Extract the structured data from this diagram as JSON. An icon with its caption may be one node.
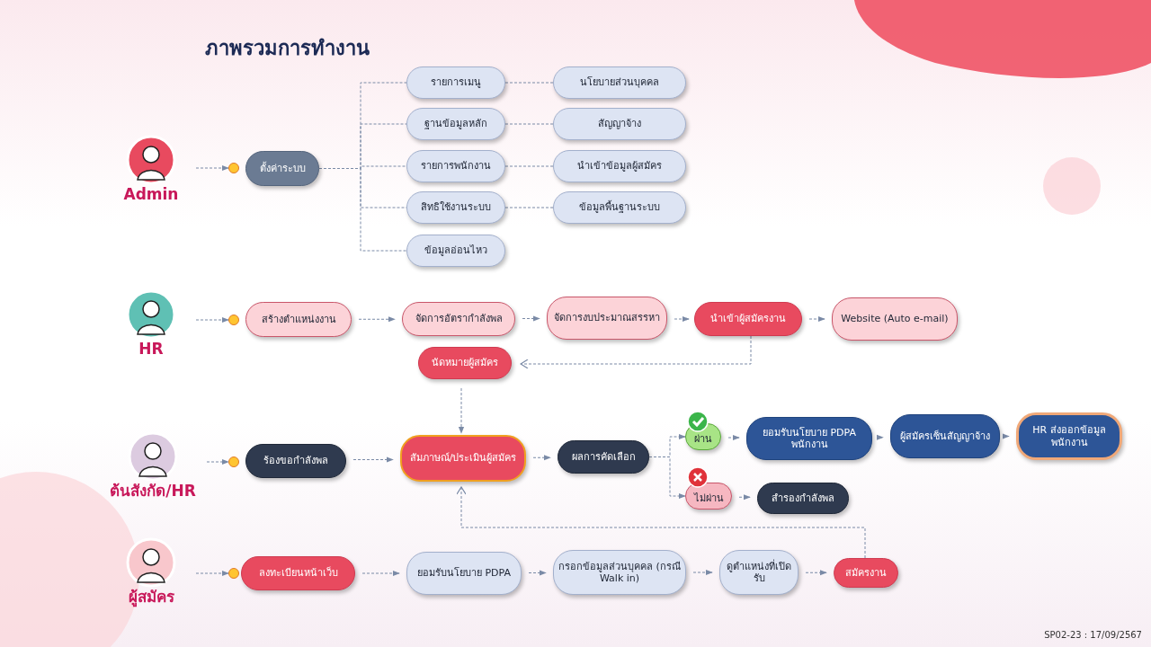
{
  "diagram": {
    "title": "ภาพรวมการทำงาน",
    "nodes": [
      {
        "text": [
          "Admin"
        ]
      },
      {
        "text": [],
        "shape": "circle"
      },
      {
        "text": [
          "ตั้งค่าระบบ"
        ]
      },
      {
        "text": [
          "รายการเมนู"
        ]
      },
      {
        "text": [
          "นโยบายส่วนบุคคล"
        ]
      },
      {
        "text": [
          "ฐานข้อมูลหลัก"
        ]
      },
      {
        "text": [
          "สัญญาจ้าง"
        ]
      },
      {
        "text": [
          "รายการพนักงาน"
        ]
      },
      {
        "text": [
          "นำเข้าข้อมูลผู้สมัคร"
        ]
      },
      {
        "text": [
          "สิทธิใช้งานระบบ"
        ]
      },
      {
        "text": [
          "ข้อมูลพื้นฐานระบบ"
        ]
      },
      {
        "text": [
          "ข้อมูลอ่อนไหว"
        ]
      },
      {
        "text": [
          "HR"
        ]
      },
      {
        "text": [],
        "shape": "circle"
      },
      {
        "text": [
          "สร้างตำแหน่งงาน"
        ]
      },
      {
        "text": [
          "จัดการอัตรากำลังพล"
        ]
      },
      {
        "text": [
          "จัดการงบประมาณสรรหา"
        ]
      },
      {
        "text": [
          "นำเข้าผู้สมัครงาน"
        ]
      },
      {
        "text": [
          "Website (Auto e-mail)"
        ]
      },
      {
        "text": [
          "นัดหมายผู้สมัคร"
        ]
      },
      {
        "text": [
          "ต้นสังกัด/HR"
        ]
      },
      {
        "text": [],
        "shape": "circle"
      },
      {
        "text": [
          "ร้องขอกำลังพล"
        ]
      },
      {
        "text": [
          "สัมภาษณ์/ประเมินผู้สมัคร"
        ]
      },
      {
        "text": [
          "ผลการคัดเลือก"
        ]
      },
      {
        "text": [
          "ผ่าน"
        ]
      },
      {
        "text": [
          "ไม่ผ่าน"
        ]
      },
      {
        "text": [
          "ยอมรับนโยบาย PDPA พนักงาน"
        ]
      },
      {
        "text": [
          "ผู้สมัครเซ็นสัญญาจ้าง"
        ]
      },
      {
        "text": [
          "HR ส่งออกข้อมูลพนักงาน"
        ]
      },
      {
        "text": [
          "สำรองกำลังพล"
        ]
      },
      {
        "text": [
          "ผู้สมัคร"
        ]
      },
      {
        "text": [],
        "shape": "circle"
      },
      {
        "text": [
          "ลงทะเบียนหน้าเว็บ"
        ]
      },
      {
        "text": [
          "ยอมรับนโยบาย PDPA"
        ]
      },
      {
        "text": [
          "กรอกข้อมูลส่วนบุคคล (กรณี Walk in)"
        ]
      },
      {
        "text": [
          "ดูตำแหน่งที่เปิดรับ"
        ]
      },
      {
        "text": [
          "สมัครงาน"
        ]
      }
    ],
    "edges": [
      {
        "from": 0,
        "to": 1,
        "arrow": "to"
      },
      {
        "from": 2,
        "to": 3,
        "arrow": "none"
      },
      {
        "from": 2,
        "to": 5,
        "arrow": "none"
      },
      {
        "from": 2,
        "to": 7,
        "arrow": "none"
      },
      {
        "from": 2,
        "to": 9,
        "arrow": "none"
      },
      {
        "from": 2,
        "to": 11,
        "arrow": "none"
      },
      {
        "from": 3,
        "to": 4,
        "arrow": "none"
      },
      {
        "from": 5,
        "to": 6,
        "arrow": "none"
      },
      {
        "from": 7,
        "to": 8,
        "arrow": "none"
      },
      {
        "from": 9,
        "to": 10,
        "arrow": "none"
      },
      {
        "from": 12,
        "to": 13,
        "arrow": "to"
      },
      {
        "from": 14,
        "to": 15,
        "arrow": "to"
      },
      {
        "from": 15,
        "to": 16,
        "arrow": "to"
      },
      {
        "from": 16,
        "to": 17,
        "arrow": "to"
      },
      {
        "from": 17,
        "to": 18,
        "arrow": "to"
      },
      {
        "from": 17,
        "to": 19,
        "arrow": "to"
      },
      {
        "from": 19,
        "to": 23,
        "arrow": "to"
      },
      {
        "from": 20,
        "to": 21,
        "arrow": "to"
      },
      {
        "from": 22,
        "to": 23,
        "arrow": "to"
      },
      {
        "from": 23,
        "to": 24,
        "arrow": "to"
      },
      {
        "from": 24,
        "to": 25,
        "arrow": "to"
      },
      {
        "from": 24,
        "to": 26,
        "arrow": "to"
      },
      {
        "from": 25,
        "to": 27,
        "arrow": "to"
      },
      {
        "from": 27,
        "to": 28,
        "arrow": "to"
      },
      {
        "from": 28,
        "to": 29,
        "arrow": "to"
      },
      {
        "from": 26,
        "to": 30,
        "arrow": "to"
      },
      {
        "from": 31,
        "to": 32,
        "arrow": "to"
      },
      {
        "from": 33,
        "to": 34,
        "arrow": "to"
      },
      {
        "from": 34,
        "to": 35,
        "arrow": "to"
      },
      {
        "from": 35,
        "to": 36,
        "arrow": "to"
      },
      {
        "from": 36,
        "to": 37,
        "arrow": "to"
      },
      {
        "from": 37,
        "to": 23,
        "arrow": "to"
      }
    ],
    "labels": [
      "SP02-23 : 17/09/2567"
    ]
  }
}
